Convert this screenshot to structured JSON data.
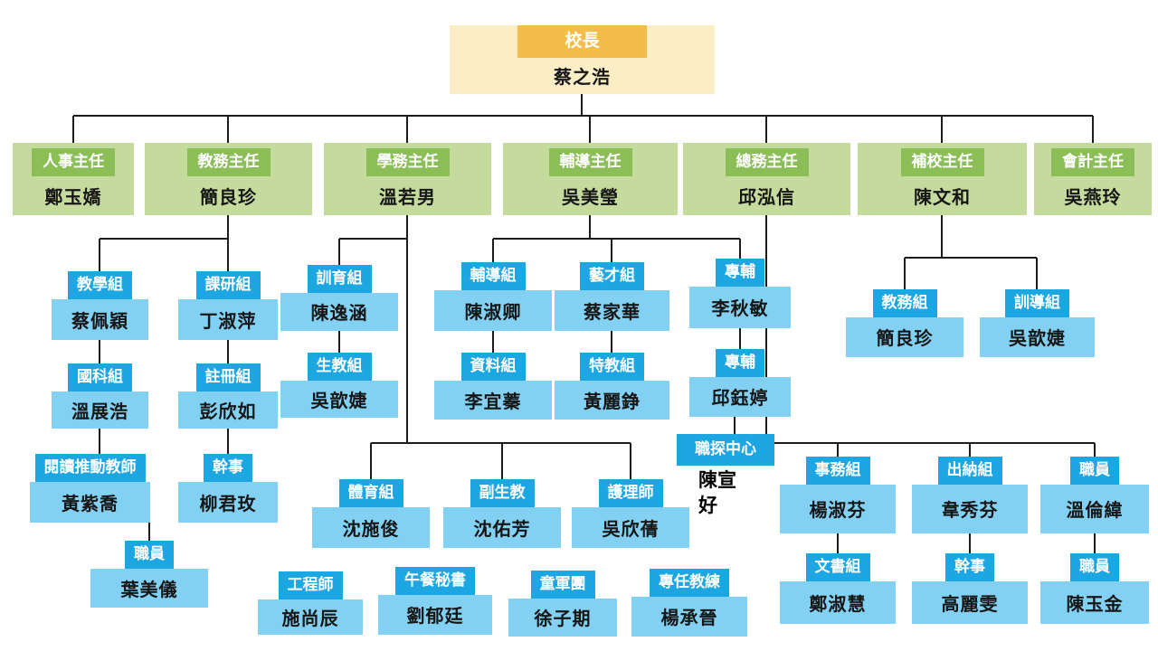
{
  "principal": {
    "title": "校長",
    "name": "蔡之浩"
  },
  "directors": [
    {
      "title": "人事主任",
      "name": "鄭玉嬌"
    },
    {
      "title": "教務主任",
      "name": "簡良珍"
    },
    {
      "title": "學務主任",
      "name": "溫若男"
    },
    {
      "title": "輔導主任",
      "name": "吳美瑩"
    },
    {
      "title": "總務主任",
      "name": "邱泓信"
    },
    {
      "title": "補校主任",
      "name": "陳文和"
    },
    {
      "title": "會計主任",
      "name": "吳燕玲"
    }
  ],
  "staff": [
    {
      "title": "教學組",
      "name": "蔡佩穎"
    },
    {
      "title": "課研組",
      "name": "丁淑萍"
    },
    {
      "title": "國科組",
      "name": "溫展浩"
    },
    {
      "title": "註冊組",
      "name": "彭欣如"
    },
    {
      "title": "閱讀推動教師",
      "name": "黃紫喬"
    },
    {
      "title": "幹事",
      "name": "柳君玫"
    },
    {
      "title": "職員",
      "name": "葉美儀"
    },
    {
      "title": "訓育組",
      "name": "陳逸涵"
    },
    {
      "title": "生教組",
      "name": "吳歆婕"
    },
    {
      "title": "體育組",
      "name": "沈施俊"
    },
    {
      "title": "副生教",
      "name": "沈佑芳"
    },
    {
      "title": "護理師",
      "name": "吳欣蒨"
    },
    {
      "title": "工程師",
      "name": "施尚辰"
    },
    {
      "title": "午餐秘書",
      "name": "劉郁廷"
    },
    {
      "title": "童軍團",
      "name": "徐子期"
    },
    {
      "title": "專任教練",
      "name": "楊承晉"
    },
    {
      "title": "輔導組",
      "name": "陳淑卿"
    },
    {
      "title": "藝才組",
      "name": "蔡家華"
    },
    {
      "title": "專輔",
      "name": "李秋敏"
    },
    {
      "title": "資料組",
      "name": "李宜蓁"
    },
    {
      "title": "特教組",
      "name": "黃麗錚"
    },
    {
      "title": "專輔",
      "name": "邱鈺婷"
    },
    {
      "title": "職探中心",
      "name": "陳宣好"
    },
    {
      "title": "事務組",
      "name": "楊淑芬"
    },
    {
      "title": "出納組",
      "name": "韋秀芬"
    },
    {
      "title": "職員",
      "name": "溫倫緯"
    },
    {
      "title": "文書組",
      "name": "鄭淑慧"
    },
    {
      "title": "幹事",
      "name": "高麗雯"
    },
    {
      "title": "職員",
      "name": "陳玉金"
    },
    {
      "title": "教務組",
      "name": "簡良珍"
    },
    {
      "title": "訓導組",
      "name": "吳歆婕"
    }
  ],
  "colors": {
    "principal_band": "#F3BD49",
    "principal_body": "#FBEDC5",
    "director_band": "#8CBE58",
    "director_body": "#C5DA9D",
    "staff_band": "#1CA6E2",
    "staff_body": "#82D0F2",
    "connector": "#1C1C1C"
  }
}
